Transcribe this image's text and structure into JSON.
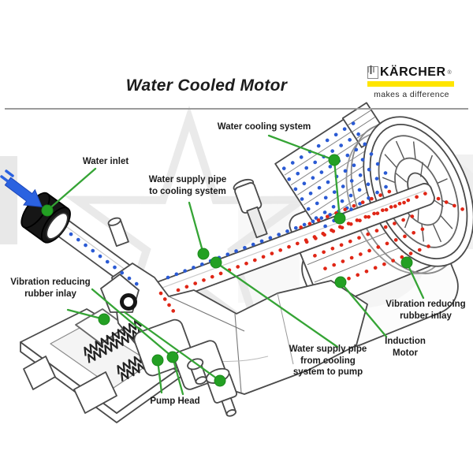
{
  "header": {
    "title": "Water Cooled Motor",
    "brand": {
      "name": "KÄRCHER",
      "registered_mark": "®",
      "tagline": "makes a difference",
      "brand_yellow": "#FFE500"
    }
  },
  "diagram": {
    "annotation_color": "#23a023",
    "flow": {
      "cold_water_dots_color": "#2a5ad4",
      "warm_water_dots_color": "#e02616",
      "inlet_arrow_color": "#2b62e0"
    },
    "labels": {
      "water_cooling_system": {
        "text": "Water cooling system"
      },
      "water_inlet": {
        "text": "Water inlet"
      },
      "supply_to_cooling": {
        "lines": [
          "Water supply pipe",
          "to cooling system"
        ]
      },
      "vibration_left": {
        "lines": [
          "Vibration reducing",
          "rubber inlay"
        ]
      },
      "vibration_right": {
        "lines": [
          "Vibration reducing",
          "rubber inlay"
        ]
      },
      "induction_motor": {
        "lines": [
          "Induction",
          "Motor"
        ]
      },
      "supply_from_cooling": {
        "lines": [
          "Water supply pipe",
          "from cooling",
          "system to pump"
        ]
      },
      "pump_head": {
        "text": "Pump Head"
      }
    }
  }
}
